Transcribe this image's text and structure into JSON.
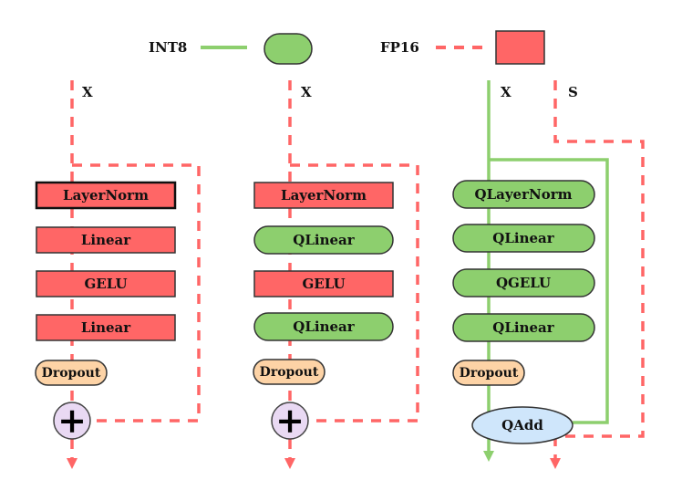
{
  "legend": {
    "int8_label": "INT8",
    "fp16_label": "FP16"
  },
  "colors": {
    "int8_green": "#8dcf6e",
    "fp16_red": "#ff6666",
    "dropout_orange": "#fdd3a6",
    "qadd_blue": "#cfe6fb",
    "add_purple": "#e9d9f3"
  },
  "columns": [
    {
      "input_label": "X",
      "blocks": [
        "LayerNorm",
        "Linear",
        "GELU",
        "Linear"
      ],
      "dropout": "Dropout",
      "add_symbol": "+"
    },
    {
      "input_label": "X",
      "blocks": [
        "LayerNorm",
        "QLinear",
        "GELU",
        "QLinear"
      ],
      "dropout": "Dropout",
      "add_symbol": "+"
    },
    {
      "input_label": "X",
      "scale_label": "S",
      "blocks": [
        "QLayerNorm",
        "QLinear",
        "QGELU",
        "QLinear"
      ],
      "dropout": "Dropout",
      "add_label": "QAdd"
    }
  ]
}
